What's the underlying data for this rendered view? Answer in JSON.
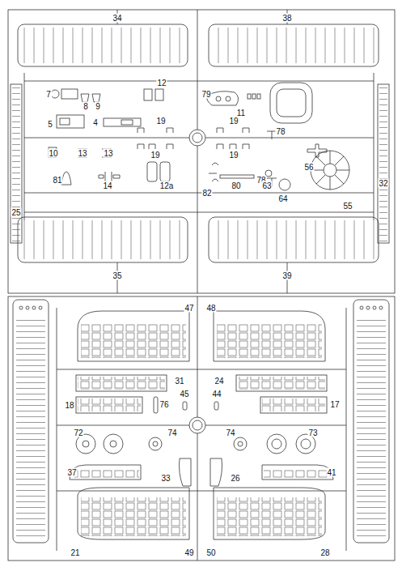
{
  "diagram": {
    "labels": [
      "34",
      "38",
      "7",
      "8",
      "9",
      "12",
      "79",
      "5",
      "4",
      "19",
      "11",
      "78",
      "19",
      "25",
      "32",
      "10",
      "13",
      "13",
      "19",
      "19",
      "56",
      "78",
      "14",
      "12a",
      "82",
      "80",
      "63",
      "64",
      "55",
      "81",
      "35",
      "39",
      "47",
      "48",
      "31",
      "24",
      "45",
      "44",
      "18",
      "76",
      "17",
      "72",
      "74",
      "74",
      "73",
      "37",
      "33",
      "26",
      "41",
      "21",
      "49",
      "50",
      "28"
    ]
  }
}
